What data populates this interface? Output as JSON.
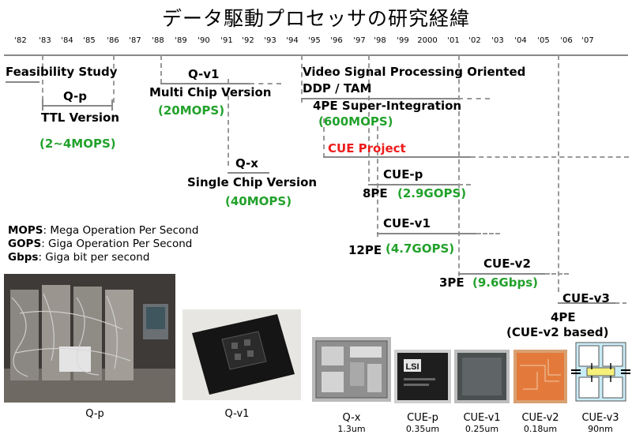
{
  "title": "データ駆動プロセッサの研究経緯",
  "years": [
    "'82",
    "'83",
    "'84",
    "'85",
    "'86",
    "'87",
    "'88",
    "'89",
    "'90",
    "'91",
    "'92",
    "'93",
    "'94",
    "'95",
    "'96",
    "'97",
    "'98",
    "'99",
    "2000",
    "'01",
    "'02",
    "'03",
    "'04",
    "'05",
    "'06",
    "'07"
  ],
  "projects": {
    "feasibility": "Feasibility Study",
    "qp_name": "Q-p",
    "qp_desc": "TTL Version",
    "qp_perf": "(2~4MOPS)",
    "qv1_name": "Q-v1",
    "qv1_desc": "Multi Chip Version",
    "qv1_perf": "(20MOPS)",
    "qx_name": "Q-x",
    "qx_desc": "Single Chip Version",
    "qx_perf": "(40MOPS)",
    "video_line1": "Video Signal Processing Oriented",
    "video_line2": "DDP / TAM",
    "video_line3": "4PE Super-Integration",
    "video_perf": "(600MOPS)",
    "cue_project": "CUE Project",
    "cuep_name": "CUE-p",
    "cuep_pe": "8PE",
    "cuep_perf": "(2.9GOPS)",
    "cuev1_name": "CUE-v1",
    "cuev1_pe": "12PE",
    "cuev1_perf": "(4.7GOPS)",
    "cuev2_name": "CUE-v2",
    "cuev2_pe": "3PE",
    "cuev2_perf": "(9.6Gbps)",
    "cuev3_name": "CUE-v3",
    "cuev3_pe": "4PE",
    "cuev3_note": "(CUE-v2 based)"
  },
  "legend": [
    {
      "term": "MOPS",
      "def": ": Mega Operation Per Second"
    },
    {
      "term": "GOPS",
      "def": ": Giga Operation Per Second"
    },
    {
      "term": "Gbps",
      "def": ": Giga bit per second"
    }
  ],
  "photos": [
    {
      "name": "Q-p",
      "process": ""
    },
    {
      "name": "Q-v1",
      "process": ""
    },
    {
      "name": "Q-x",
      "process": "1.3um"
    },
    {
      "name": "CUE-p",
      "process": "0.35um"
    },
    {
      "name": "CUE-v1",
      "process": "0.25um"
    },
    {
      "name": "CUE-v2",
      "process": "0.18um"
    },
    {
      "name": "CUE-v3",
      "process": "90nm"
    }
  ],
  "chip_logo_text": "LSI",
  "colors": {
    "green": "#22a12b",
    "red": "#ee1c1c",
    "line": "#888888",
    "accent_cue_v3": "#c9ecf7"
  }
}
